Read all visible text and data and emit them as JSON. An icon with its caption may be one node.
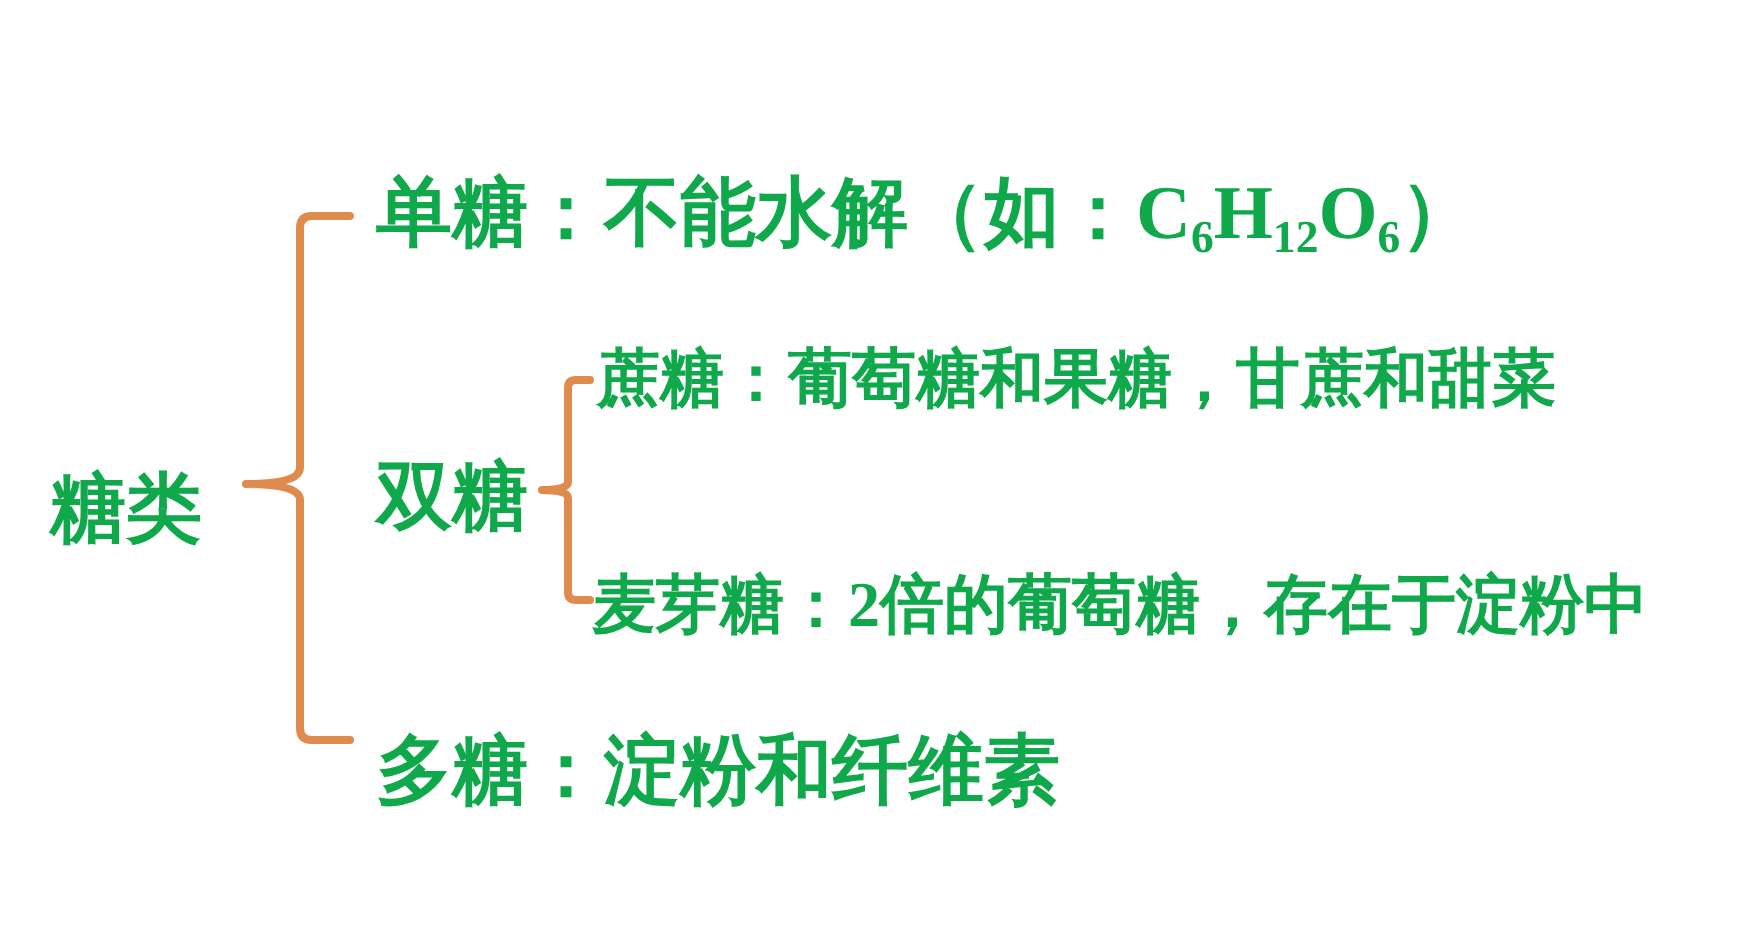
{
  "diagram": {
    "labels": [
      "糖类",
      "单糖：不能水解（如：C$_{6}$H$_{12}$O$_{6}$）",
      "双糖",
      "蔗糖：葡萄糖和果糖，甘蔗和甜菜",
      "麦芽糖：2倍的葡萄糖，存在于淀粉中",
      "多糖：淀粉和纤维素"
    ]
  }
}
